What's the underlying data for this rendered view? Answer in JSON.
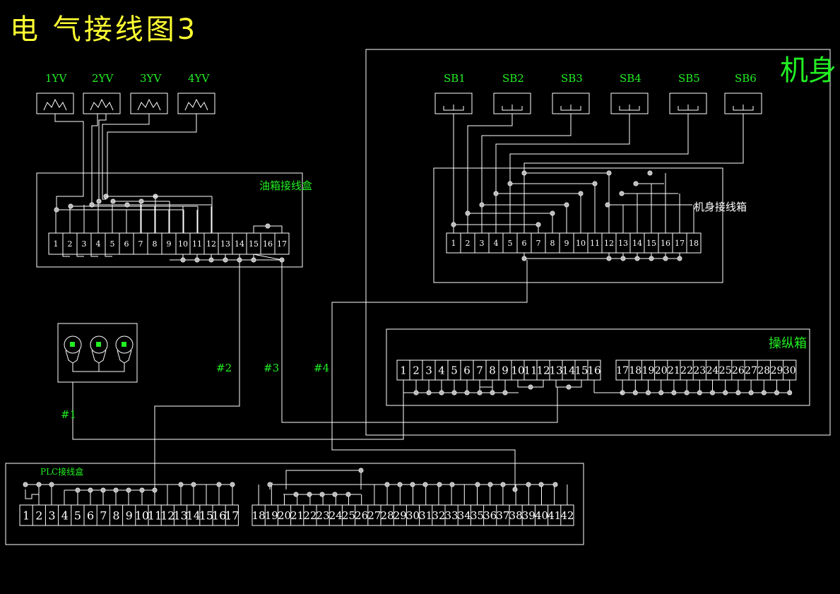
{
  "title": "电 气接线图3",
  "frame_label": "机身",
  "valves": [
    "1YV",
    "2YV",
    "3YV",
    "4YV"
  ],
  "buttons": [
    "SB1",
    "SB2",
    "SB3",
    "SB4",
    "SB5",
    "SB6"
  ],
  "boxes": {
    "oil_box": "油箱接线盒",
    "body_box": "机身接线箱",
    "control_box": "操纵箱",
    "plc_box": "PLC接线盒"
  },
  "wire_tags": [
    "#1",
    "#2",
    "#3",
    "#4"
  ],
  "oil_terminals": [
    "1",
    "2",
    "3",
    "4",
    "5",
    "6",
    "7",
    "8",
    "9",
    "10",
    "11",
    "12",
    "13",
    "14",
    "15",
    "16",
    "17"
  ],
  "body_terminals": [
    "1",
    "2",
    "3",
    "4",
    "5",
    "6",
    "7",
    "8",
    "9",
    "10",
    "11",
    "12",
    "13",
    "14",
    "15",
    "16",
    "17",
    "18"
  ],
  "control_terminals_a": [
    "1",
    "2",
    "3",
    "4",
    "5",
    "6",
    "7",
    "8",
    "9",
    "10",
    "11",
    "12",
    "13",
    "14",
    "15",
    "16"
  ],
  "control_terminals_b": [
    "17",
    "18",
    "19",
    "20",
    "21",
    "22",
    "23",
    "24",
    "25",
    "26",
    "27",
    "28",
    "29",
    "30"
  ],
  "plc_terminals_a": [
    "1",
    "2",
    "3",
    "4",
    "5",
    "6",
    "7",
    "8",
    "9",
    "10",
    "11",
    "12",
    "13",
    "14",
    "15",
    "16",
    "17"
  ],
  "plc_terminals_b": [
    "18",
    "19",
    "20",
    "21",
    "22",
    "23",
    "24",
    "25",
    "26",
    "27",
    "28",
    "29",
    "30",
    "31",
    "32",
    "33",
    "34",
    "35",
    "36",
    "37",
    "38",
    "39",
    "40",
    "41",
    "42"
  ],
  "colors": {
    "line": "#ffffff",
    "label": "#22ee22",
    "title": "#ffff33"
  }
}
